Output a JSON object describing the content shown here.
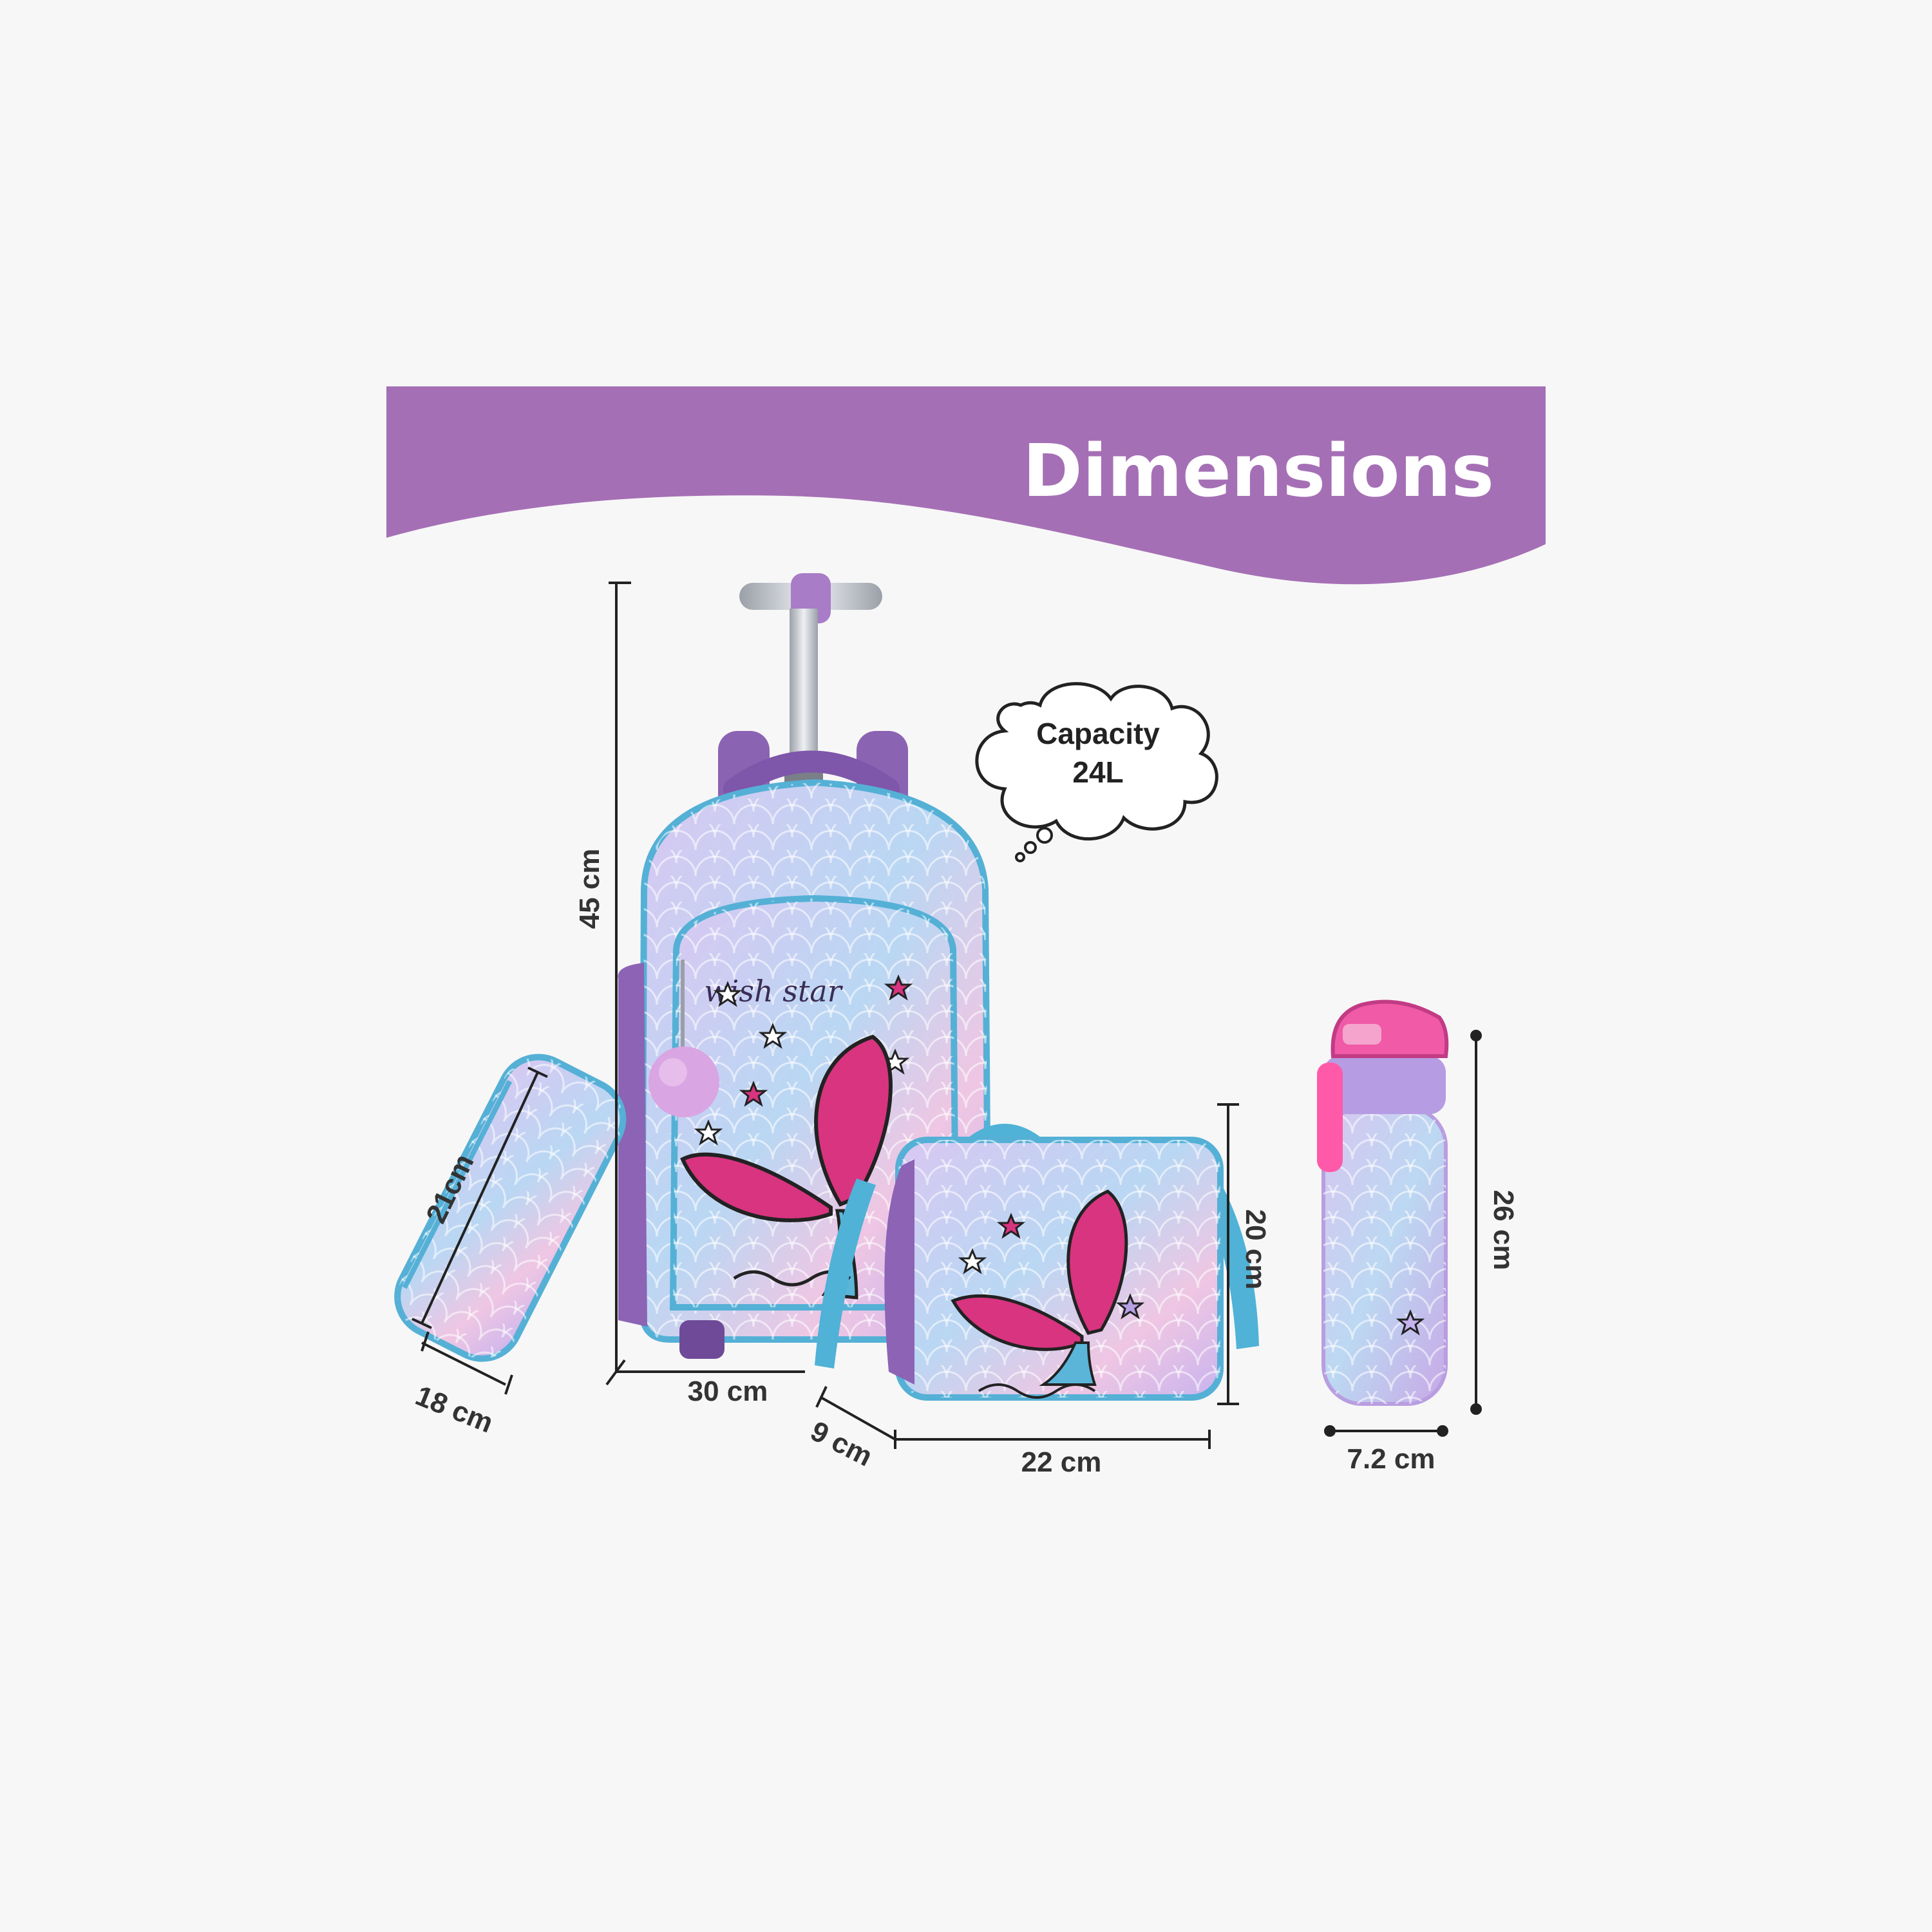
{
  "banner": {
    "title": "Dimensions",
    "color": "#a56fb5"
  },
  "capacity": {
    "label": "Capacity",
    "value": "24L"
  },
  "backpack": {
    "height": "45 cm",
    "width": "30 cm",
    "print_text": "wish star"
  },
  "pencil_case": {
    "length": "21cm",
    "width": "18 cm"
  },
  "lunch_bag": {
    "height": "20 cm",
    "width": "22 cm",
    "depth": "9 cm"
  },
  "bottle": {
    "height": "26 cm",
    "diameter": "7.2 cm"
  },
  "colors": {
    "purple": "#a56fb5",
    "lavender": "#cdb8ea",
    "aqua": "#56b4d6",
    "pink": "#d8347f",
    "dim_line": "#222222",
    "text": "#333333"
  }
}
